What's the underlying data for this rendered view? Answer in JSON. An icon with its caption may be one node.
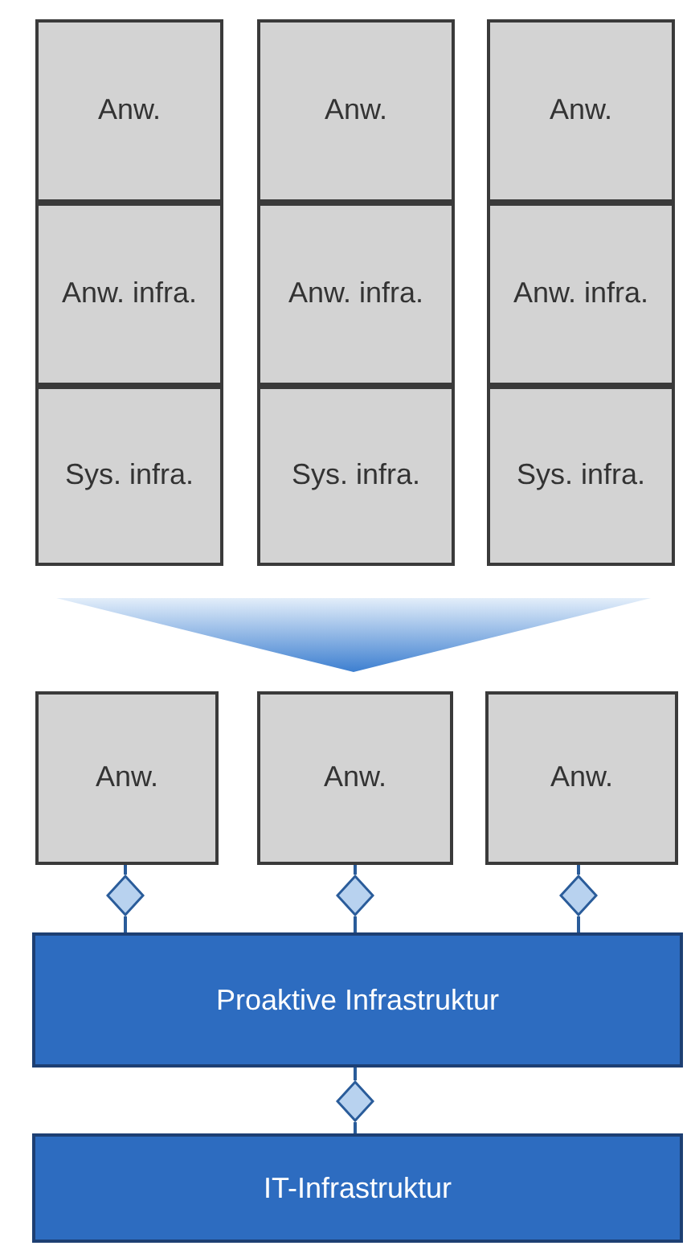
{
  "diagram": {
    "nodes": [
      {
        "text": [
          "Anw."
        ]
      },
      {
        "text": [
          "Anw."
        ]
      },
      {
        "text": [
          "Anw."
        ]
      },
      {
        "text": [
          "Anw. infra."
        ]
      },
      {
        "text": [
          "Anw. infra."
        ]
      },
      {
        "text": [
          "Anw. infra."
        ]
      },
      {
        "text": [
          "Sys. infra."
        ]
      },
      {
        "text": [
          "Sys. infra."
        ]
      },
      {
        "text": [
          "Sys. infra."
        ]
      },
      {
        "text": [
          "Anw."
        ]
      },
      {
        "text": [
          "Anw."
        ]
      },
      {
        "text": [
          "Anw."
        ]
      },
      {
        "text": [],
        "shape": "diamond"
      },
      {
        "text": [],
        "shape": "diamond"
      },
      {
        "text": [],
        "shape": "diamond"
      },
      {
        "text": [
          "Proaktive Infrastruktur"
        ]
      },
      {
        "text": [],
        "shape": "diamond"
      },
      {
        "text": [
          "IT-Infrastruktur"
        ]
      }
    ],
    "edges": [
      {
        "from": 9,
        "to": 12,
        "arrow": "none"
      },
      {
        "from": 12,
        "to": 15,
        "arrow": "none"
      },
      {
        "from": 10,
        "to": 13,
        "arrow": "none"
      },
      {
        "from": 13,
        "to": 15,
        "arrow": "none"
      },
      {
        "from": 11,
        "to": 14,
        "arrow": "none"
      },
      {
        "from": 14,
        "to": 15,
        "arrow": "none"
      },
      {
        "from": 15,
        "to": 16,
        "arrow": "none"
      },
      {
        "from": 16,
        "to": 17,
        "arrow": "none"
      }
    ]
  }
}
